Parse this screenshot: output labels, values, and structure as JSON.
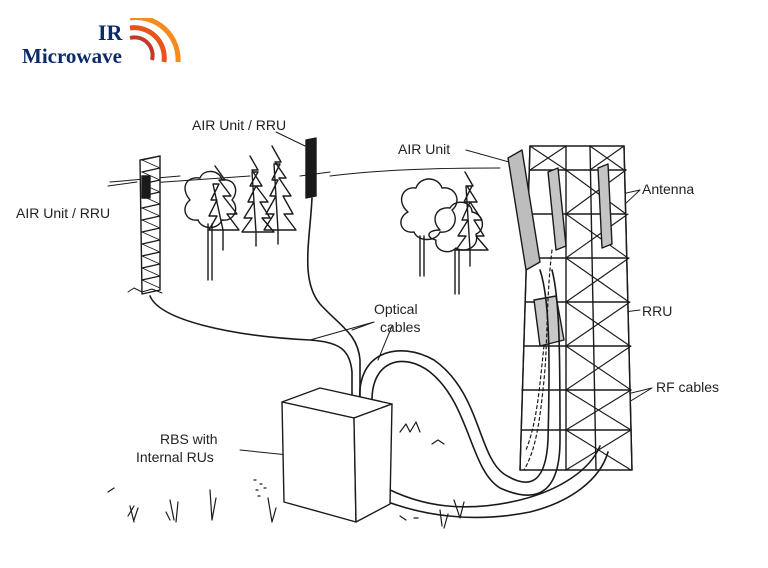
{
  "logo": {
    "line1": "IR",
    "line2": "Microwave",
    "arc_colors": [
      "#e8541b",
      "#f58a1f",
      "#c0392b"
    ]
  },
  "labels": {
    "air_rru_left": "AIR Unit / RRU",
    "air_rru_top": "AIR Unit / RRU",
    "air_unit": "AIR Unit",
    "antenna": "Antenna",
    "optical_1": "Optical",
    "optical_2": "cables",
    "rru": "RRU",
    "rf_cables": "RF cables",
    "rbs_1": "RBS with",
    "rbs_2": "Internal RUs"
  },
  "colors": {
    "line": "#1a1a1a",
    "text": "#222222",
    "brand": "#0b2a6b"
  }
}
